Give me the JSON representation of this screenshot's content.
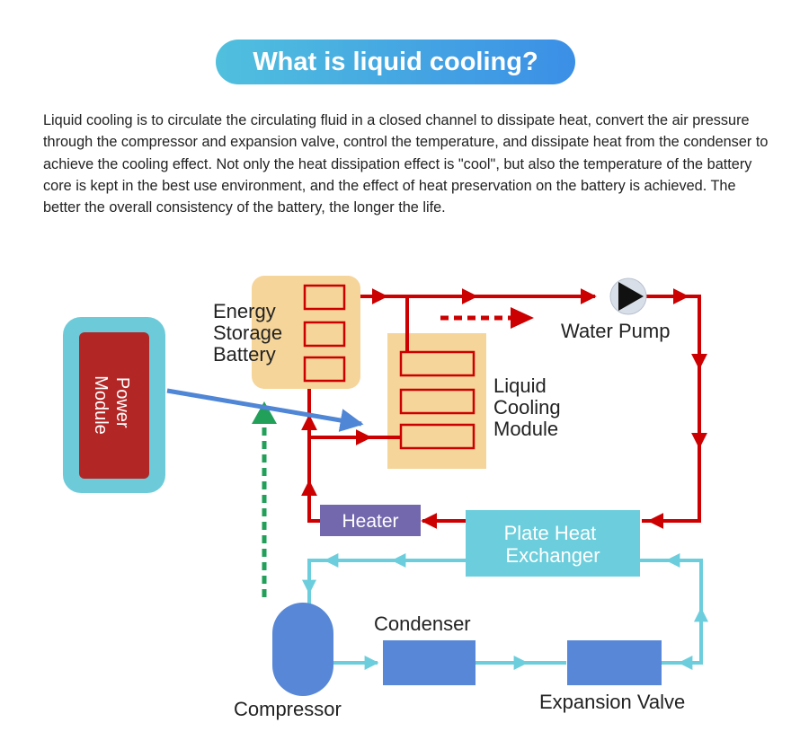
{
  "title": "What is liquid cooling?",
  "intro": "Liquid cooling is to circulate the circulating fluid in a closed channel to dissipate heat, convert the air pressure through the compressor and expansion valve, control the temperature, and dissipate heat from the condenser to achieve the cooling effect. Not only the heat dissipation effect is \"cool\", but also the temperature of the battery core is kept in the best use environment,  and the effect of heat preservation on the battery is achieved. The better the overall consistency of the battery, the longer the life.",
  "diagram": {
    "power_module": [
      "Power",
      "Module"
    ],
    "battery": [
      "Energy",
      "Storage",
      "Battery"
    ],
    "water_pump": "Water Pump",
    "cooling_module": [
      "Liquid",
      "Cooling",
      "Module"
    ],
    "heater": "Heater",
    "plate_heat_exchanger": [
      "Plate Heat",
      "Exchanger"
    ],
    "condenser": "Condenser",
    "compressor": "Compressor",
    "expansion_valve": "Expansion Valve"
  },
  "colors": {
    "hot_loop": "#cc0000",
    "cold_loop": "#6ccedc",
    "battery_fill": "#f5d59a",
    "power_outer": "#6dcbd9",
    "power_inner": "#b32626",
    "heater": "#7367ad",
    "component_blue": "#5787d6",
    "power_arrow": "#4f86d6",
    "green_arrow": "#22a05a"
  }
}
